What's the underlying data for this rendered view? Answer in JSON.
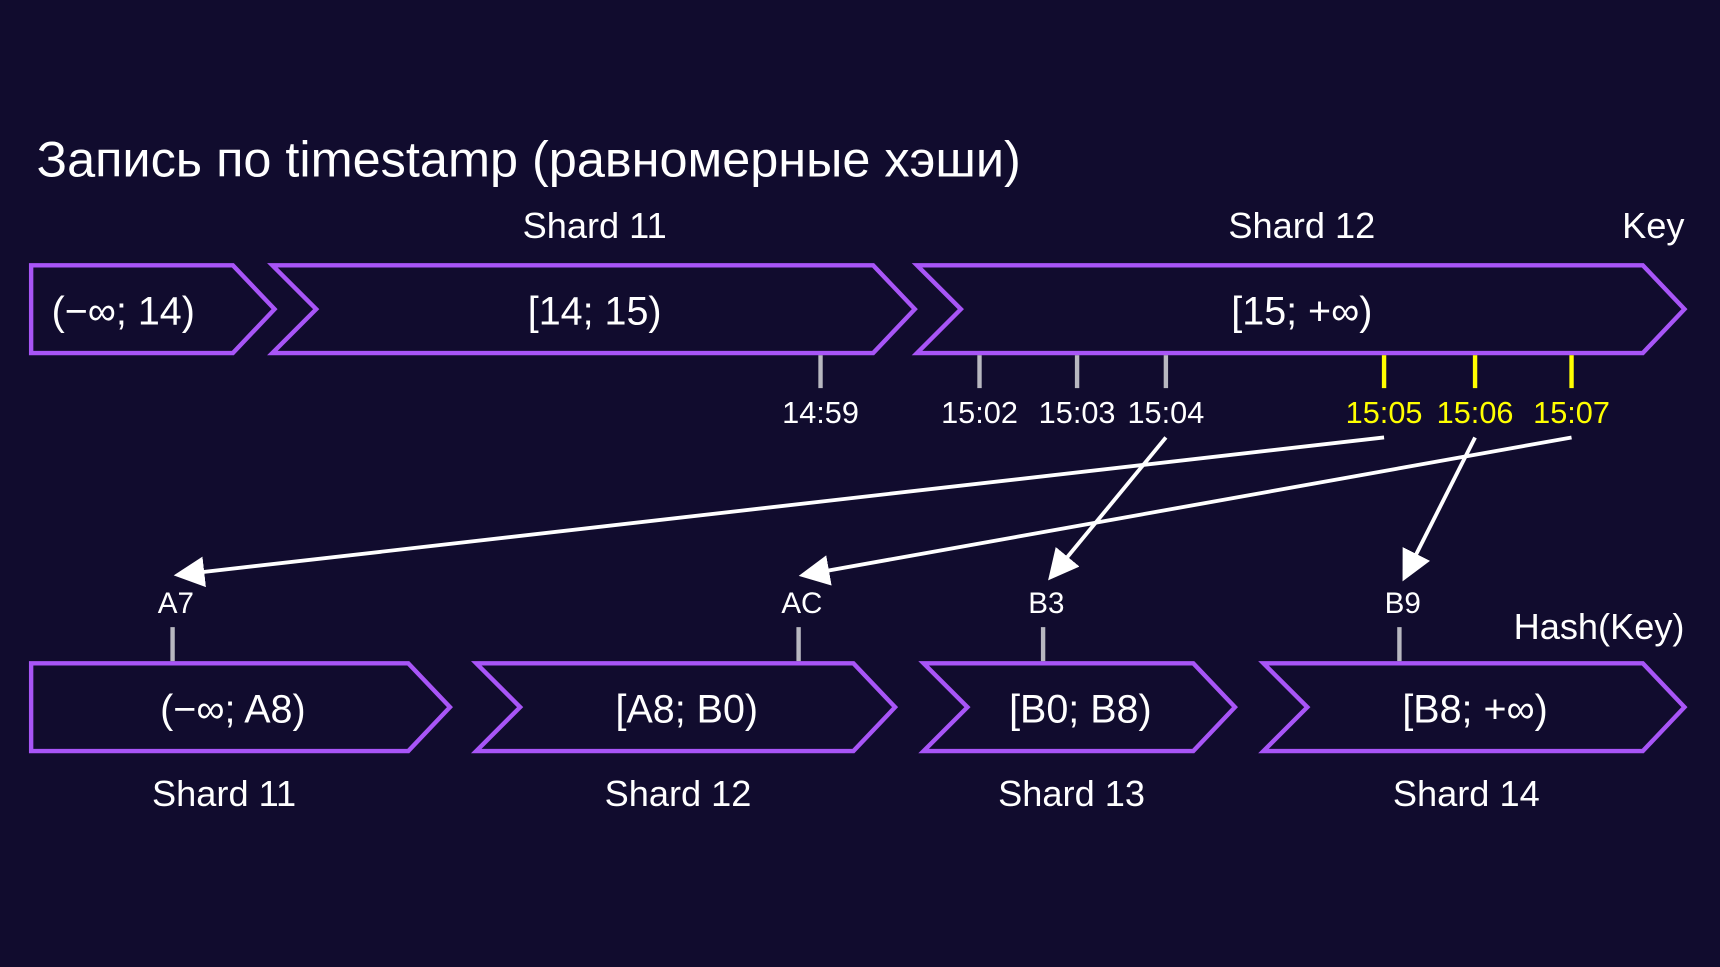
{
  "title": "Запись по timestamp (равномерные хэши)",
  "colors": {
    "background": "#110c2e",
    "border": "#a855f7",
    "text": "#ffffff",
    "tick": "#b8b8c0",
    "highlight": "#ffff00",
    "arrow": "#ffffff"
  },
  "key_axis": {
    "label": "Key",
    "ranges": [
      "(−∞; 14)",
      "[14; 15)",
      "[15; +∞)"
    ],
    "shard_labels": [
      "",
      "Shard 11",
      "Shard 12"
    ],
    "timestamps": [
      {
        "label": "14:59",
        "highlight": false
      },
      {
        "label": "15:02",
        "highlight": false
      },
      {
        "label": "15:03",
        "highlight": false
      },
      {
        "label": "15:04",
        "highlight": false
      },
      {
        "label": "15:05",
        "highlight": true
      },
      {
        "label": "15:06",
        "highlight": true
      },
      {
        "label": "15:07",
        "highlight": true
      }
    ]
  },
  "hash_axis": {
    "label": "Hash(Key)",
    "ranges": [
      "(−∞; A8)",
      "[A8; B0)",
      "[B0; B8)",
      "[B8; +∞)"
    ],
    "shard_labels": [
      "Shard 11",
      "Shard 12",
      "Shard 13",
      "Shard 14"
    ],
    "hashes": [
      "A7",
      "AC",
      "B3",
      "B9"
    ]
  },
  "mappings": [
    {
      "from": "15:04",
      "to": "B3"
    },
    {
      "from": "15:05",
      "to": "A7"
    },
    {
      "from": "15:06",
      "to": "B9"
    },
    {
      "from": "15:07",
      "to": "AC"
    }
  ]
}
